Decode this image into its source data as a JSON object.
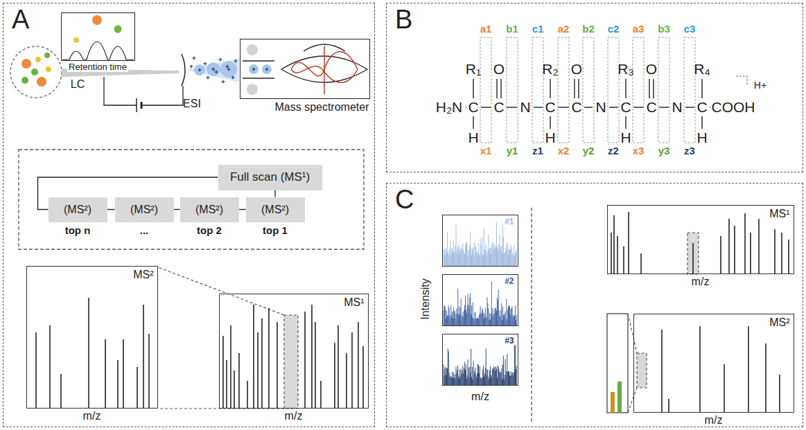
{
  "diagram": {
    "nodes": [
      {
        "text": [
          "A"
        ]
      },
      {
        "text": [
          "Retention time"
        ],
        "in": 0
      },
      {
        "text": [
          "Mass spectrometer"
        ],
        "in": 0
      },
      {
        "text": [
          "Full scan (MS¹)"
        ],
        "in": 0
      },
      {
        "text": [
          "(MS²)",
          "top n"
        ],
        "in": 0
      },
      {
        "text": [
          "(MS²)",
          "..."
        ],
        "in": 0
      },
      {
        "text": [
          "(MS²)",
          "top 2"
        ],
        "in": 0
      },
      {
        "text": [
          "(MS²)",
          "top 1"
        ],
        "in": 0
      },
      {
        "text": [
          "MS²",
          "m/z"
        ],
        "in": 0
      },
      {
        "text": [
          "MS¹",
          "m/z"
        ],
        "in": 0
      },
      {
        "text": [
          "B"
        ]
      },
      {
        "text": [
          "C"
        ]
      },
      {
        "text": [
          "#1"
        ],
        "in": 11
      },
      {
        "text": [
          "#2"
        ],
        "in": 11
      },
      {
        "text": [
          "#3"
        ],
        "in": 11
      },
      {
        "text": [
          "MS¹",
          "m/z"
        ],
        "in": 11
      },
      {
        "text": [
          "MS²",
          "m/z"
        ],
        "in": 11
      }
    ],
    "edges": [
      {
        "from": 3,
        "to": 7,
        "arrow": "none"
      },
      {
        "from": 3,
        "to": 4,
        "arrow": "none"
      },
      {
        "from": 4,
        "to": 5,
        "arrow": "none"
      },
      {
        "from": 5,
        "to": 6,
        "arrow": "none"
      },
      {
        "from": 6,
        "to": 7,
        "arrow": "none"
      }
    ],
    "labels": [
      "LC",
      "ESI",
      "a1",
      "b1",
      "c1",
      "a2",
      "b2",
      "c2",
      "a3",
      "b3",
      "c3",
      "R₁",
      "O",
      "R₂",
      "O",
      "R₃",
      "O",
      "R₄",
      "H₂N",
      "C",
      "C",
      "N",
      "C",
      "C",
      "N",
      "C",
      "C",
      "N",
      "C",
      "COOH",
      "H",
      "H",
      "H",
      "H",
      "x1",
      "y1",
      "z1",
      "x2",
      "y2",
      "z2",
      "x3",
      "y3",
      "z3",
      "H+",
      "Intensity",
      "m/z"
    ]
  }
}
